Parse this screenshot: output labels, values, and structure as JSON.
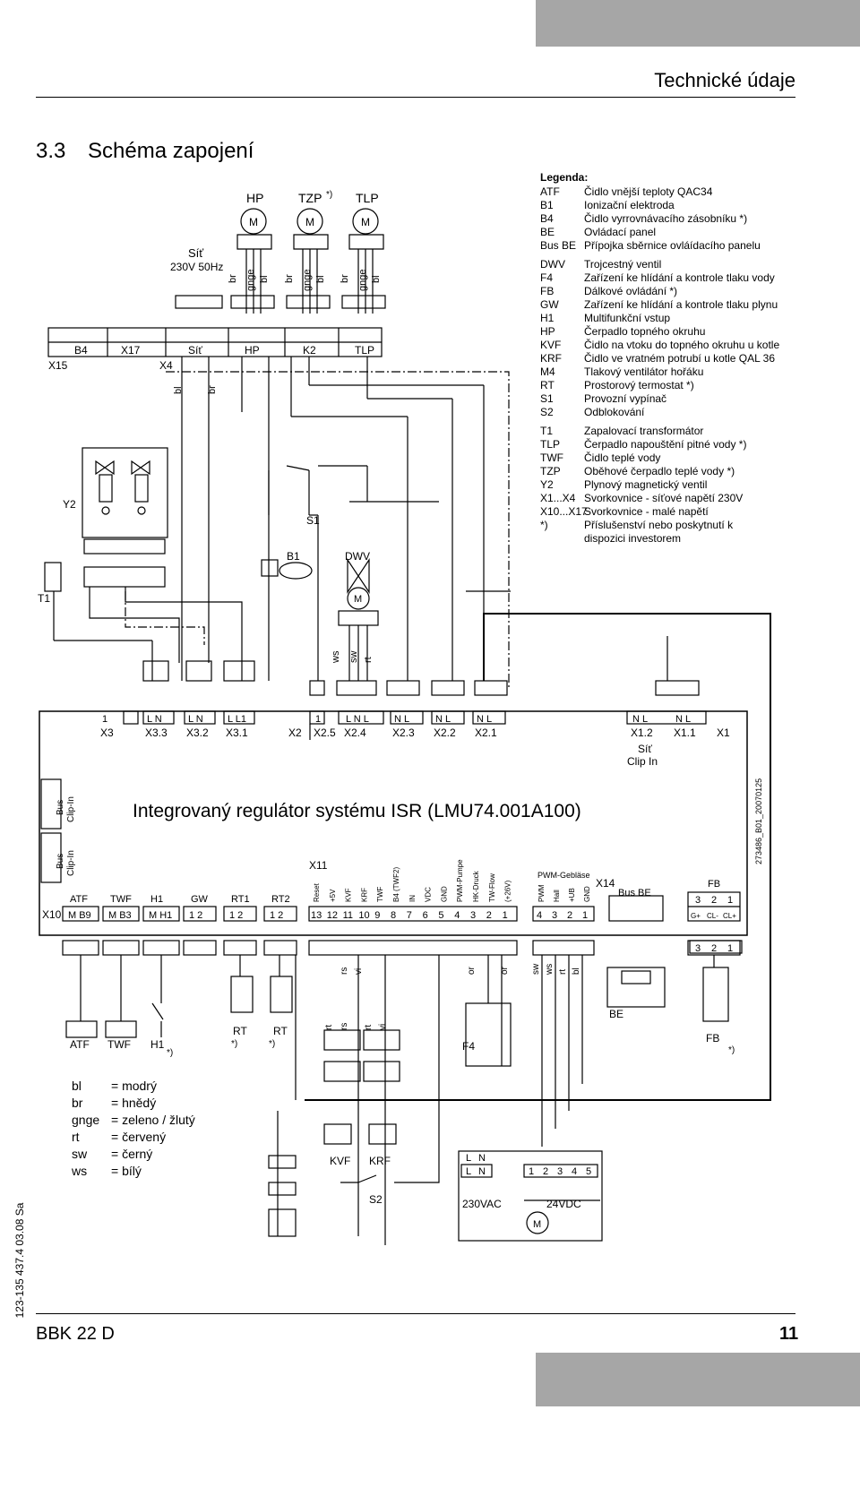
{
  "header": {
    "section_title": "Technické údaje"
  },
  "page": {
    "heading_number": "3.3",
    "heading_text": "Schéma zapojení",
    "footer_model": "BBK 22 D",
    "footer_page": "11",
    "side_code": "123-135 437.4 03.08 Sa",
    "drawing_id": "273486_B01_20070125"
  },
  "legend": {
    "title": "Legenda:",
    "items": [
      {
        "code": "ATF",
        "desc": "Čidlo vnější teploty QAC34"
      },
      {
        "code": "B1",
        "desc": "Ionizační elektroda"
      },
      {
        "code": "B4",
        "desc": "Čidlo vyrrovnávacího zásobníku *)"
      },
      {
        "code": "BE",
        "desc": "Ovládací panel"
      },
      {
        "code": "Bus BE",
        "desc": "Přípojka sběrnice ovláídacího panelu"
      },
      {
        "code": "DWV",
        "desc": "Trojcestný ventil"
      },
      {
        "code": "F4",
        "desc": "Zařízení ke hlídání a kontrole tlaku vody"
      },
      {
        "code": "FB",
        "desc": "Dálkové ovládání *)"
      },
      {
        "code": "GW",
        "desc": "Zařízení ke hlídání a kontrole tlaku plynu"
      },
      {
        "code": "H1",
        "desc": "Multifunkční vstup"
      },
      {
        "code": "HP",
        "desc": "Čerpadlo topného okruhu"
      },
      {
        "code": "KVF",
        "desc": "Čidlo na vtoku do topného okruhu u kotle"
      },
      {
        "code": "KRF",
        "desc": "Čidlo ve vratném potrubí u kotle QAL 36"
      },
      {
        "code": "M4",
        "desc": "Tlakový ventilátor hořáku"
      },
      {
        "code": "RT",
        "desc": "Prostorový termostat *)"
      },
      {
        "code": "S1",
        "desc": "Provozní vypínač"
      },
      {
        "code": "S2",
        "desc": "Odblokování"
      },
      {
        "code": "T1",
        "desc": "Zapalovací transformátor"
      },
      {
        "code": "TLP",
        "desc": "Čerpadlo napouštění pitné vody *)"
      },
      {
        "code": "TWF",
        "desc": "Čidlo teplé vody"
      },
      {
        "code": "TZP",
        "desc": "Oběhové čerpadlo teplé vody *)"
      },
      {
        "code": "Y2",
        "desc": "Plynový magnetický ventil"
      },
      {
        "code": "X1...X4",
        "desc": "Svorkovnice - síťové napětí 230V"
      },
      {
        "code": "X10...X17",
        "desc": "Svorkovnice - malé napětí"
      },
      {
        "code": "*)",
        "desc": "Příslušenství nebo poskytnutí k"
      },
      {
        "code": "",
        "desc": "dispozici investorem"
      }
    ]
  },
  "color_key": [
    {
      "code": "bl",
      "desc": "= modrý"
    },
    {
      "code": "br",
      "desc": "= hnědý"
    },
    {
      "code": "gnge",
      "desc": "=  zeleno / žlutý"
    },
    {
      "code": "rt",
      "desc": "= červený"
    },
    {
      "code": "sw",
      "desc": "= černý"
    },
    {
      "code": "ws",
      "desc": "= bílý"
    }
  ],
  "controller": {
    "title": "Integrovaný regulátor systému ISR (LMU74.001A100)",
    "bus_label_1": "Bus",
    "bus_label_2": "Clip-In"
  },
  "top_labels": {
    "hp": "HP",
    "tzp": "TZP",
    "tzp_star": "*)",
    "tlp": "TLP",
    "sit": "Síť",
    "sit_voltage": "230V 50Hz",
    "x15": "X15",
    "x4": "X4",
    "b4_box": "B4",
    "x17_box": "X17",
    "sit_box": "Síť",
    "hp_box": "HP",
    "k2_box": "K2",
    "tlp_box": "TLP",
    "y2": "Y2",
    "t1": "T1",
    "s1": "S1",
    "b1": "B1",
    "dwv": "DWV",
    "m_motor": "M",
    "wire_bl": "bl",
    "wire_br": "br",
    "wire_gnge": "gnge",
    "ws": "ws",
    "sw": "sw",
    "rt": "rt"
  },
  "upper_terminals": [
    {
      "id": "X3",
      "pins": "1"
    },
    {
      "id": "X3.3",
      "pins": "L N"
    },
    {
      "id": "X3.2",
      "pins": "L N"
    },
    {
      "id": "X3.1",
      "pins": "L L1"
    },
    {
      "id": "X2",
      "pins": ""
    },
    {
      "id": "X2.5",
      "pins": "1"
    },
    {
      "id": "X2.4",
      "pins": "L N L"
    },
    {
      "id": "X2.3",
      "pins": "N L"
    },
    {
      "id": "X2.2",
      "pins": "N L"
    },
    {
      "id": "X2.1",
      "pins": "N L"
    },
    {
      "id": "X1.2",
      "pins": "N L"
    },
    {
      "id": "X1.1",
      "pins": "N L"
    },
    {
      "id": "X1",
      "pins": ""
    }
  ],
  "x1_extra": {
    "sit": "Síť",
    "clip": "Clip In"
  },
  "lower_terminals": {
    "x10": "X10",
    "groups": [
      {
        "name": "ATF",
        "pins": [
          "M",
          "B9"
        ]
      },
      {
        "name": "TWF",
        "pins": [
          "M",
          "B3"
        ]
      },
      {
        "name": "H1",
        "pins": [
          "M",
          "H1"
        ]
      },
      {
        "name": "GW",
        "pins": [
          "1",
          "2"
        ]
      },
      {
        "name": "RT1",
        "pins": [
          "1",
          "2"
        ]
      },
      {
        "name": "RT2",
        "pins": [
          "1",
          "2"
        ]
      }
    ],
    "x11": "X11",
    "x11_labels": [
      "Reset",
      "+5V",
      "KVF",
      "KRF",
      "TWF",
      "B4 (TWF2)",
      "IN",
      "VDC",
      "GND",
      "PWM-Pumpe",
      "HK-Druck",
      "TW-Flow",
      "(+26V)"
    ],
    "x11_pins": [
      "13",
      "12",
      "11",
      "10",
      "9",
      "8",
      "7",
      "6",
      "5",
      "4",
      "3",
      "2",
      "1"
    ],
    "pwm_title": "PWM-Gebläse",
    "x14": "X14",
    "x14_labels": [
      "PWM",
      "Hall",
      "+UB",
      "GND"
    ],
    "x14_pins": [
      "4",
      "3",
      "2",
      "1"
    ],
    "bus_be": "Bus BE",
    "fb": "FB",
    "fb_pins": [
      "3",
      "2",
      "1"
    ],
    "fb_sub": [
      "G+",
      "CL-",
      "CL+"
    ]
  },
  "bottom_labels": {
    "atf": "ATF",
    "twf": "TWF",
    "h1": "H1",
    "h1_star": "*)",
    "rt": "RT",
    "rt_star": "*)",
    "kvf": "KVF",
    "krf": "KRF",
    "s2": "S2",
    "f4": "F4",
    "be": "BE",
    "fb": "FB",
    "fb_star": "*)",
    "ac": "230VAC",
    "dc": "24VDC",
    "rt_wire": "rt",
    "rs_wire": "rs",
    "vi_wire": "vi",
    "or_wire": "or",
    "sw_wire": "sw",
    "ws_wire": "ws",
    "bl_wire": "bl",
    "ac_pins": [
      "L",
      "N"
    ],
    "dc_pins": [
      "1",
      "2",
      "3",
      "4",
      "5"
    ]
  }
}
